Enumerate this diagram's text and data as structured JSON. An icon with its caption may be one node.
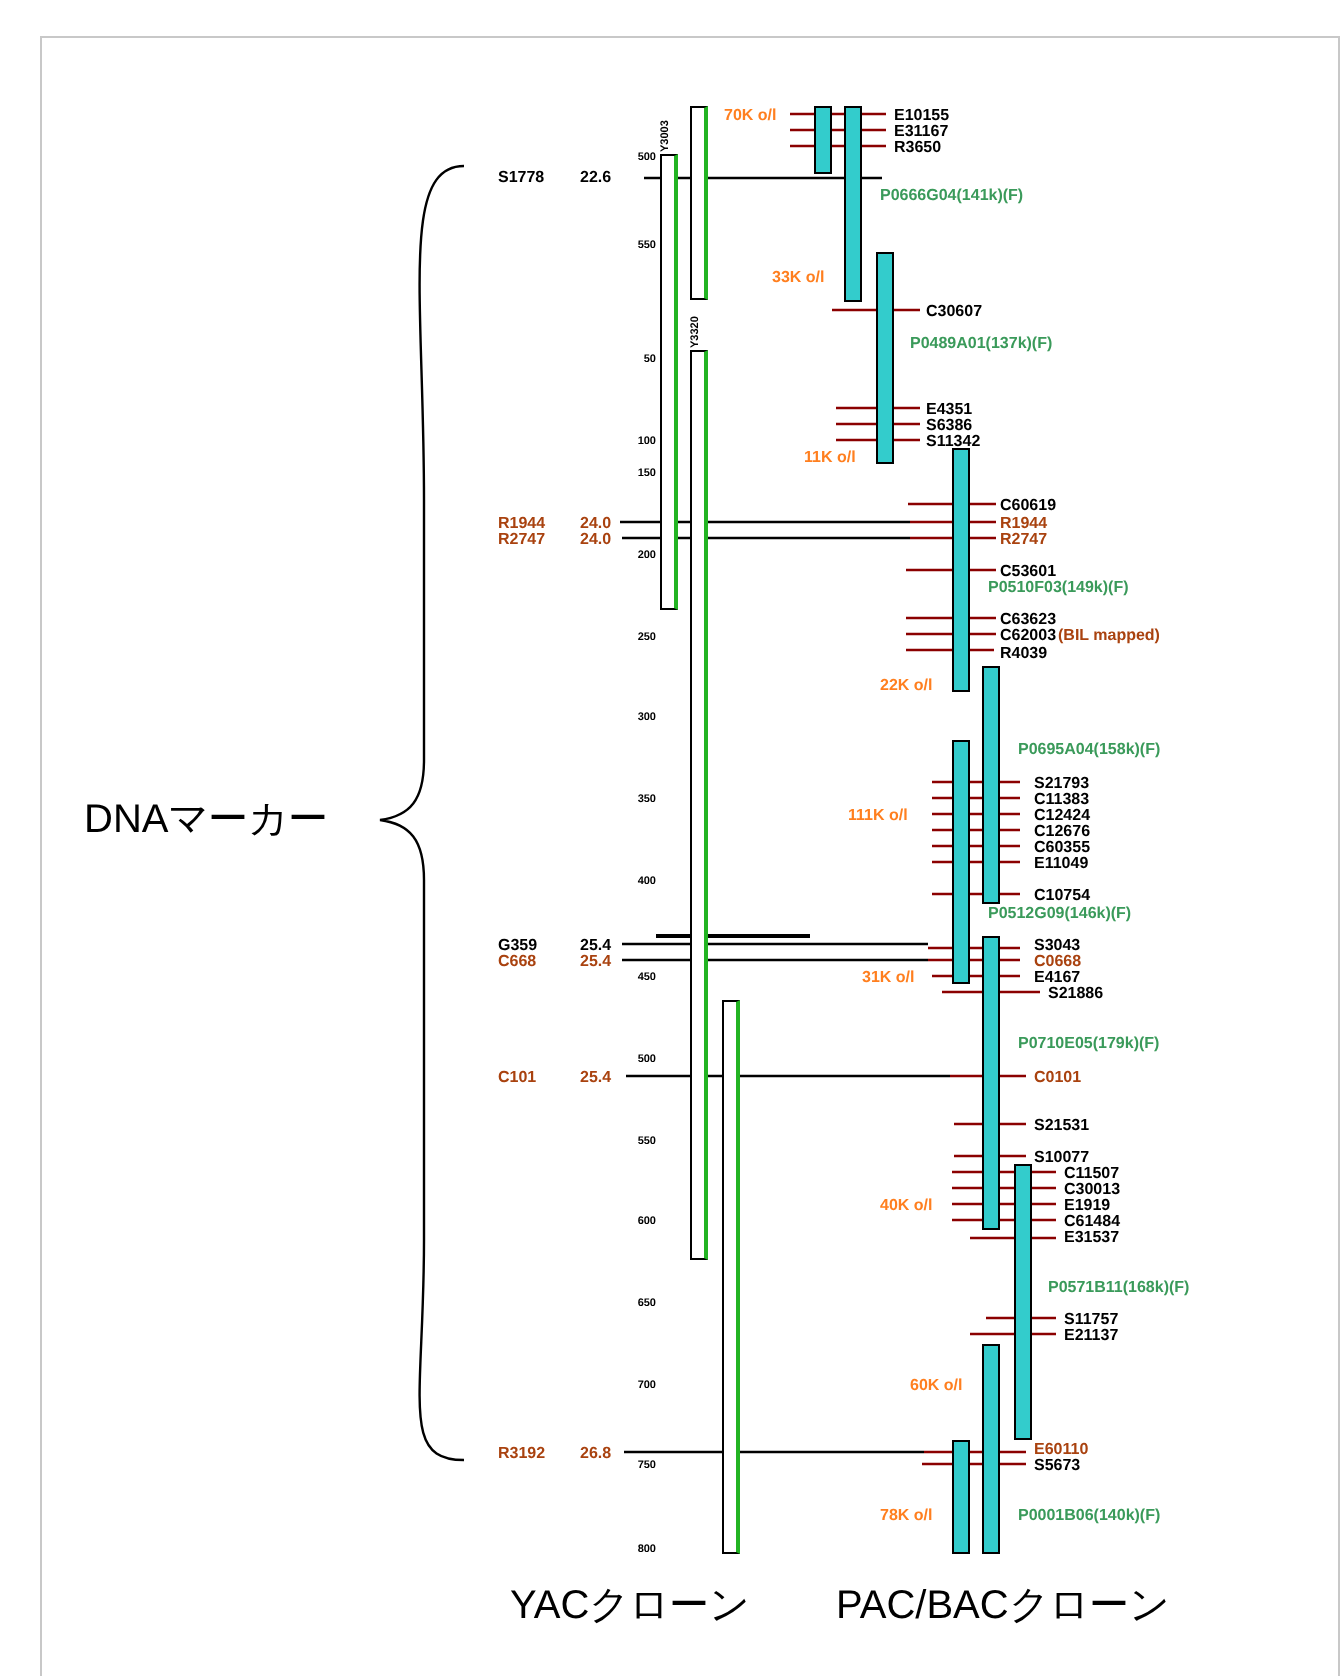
{
  "diagram": {
    "nodes": [
      {
        "text": [],
        "shape": "bar"
      },
      {
        "text": [],
        "shape": "bar",
        "beside": [
          "Y3003"
        ]
      },
      {
        "text": [],
        "shape": "bar",
        "beside": [
          "Y3320"
        ]
      },
      {
        "text": [],
        "shape": "bar"
      },
      {
        "text": [],
        "shape": "bar"
      },
      {
        "text": [],
        "shape": "bar",
        "beside": [
          "P0666G04(141k)(F)"
        ]
      },
      {
        "text": [],
        "shape": "bar",
        "beside": [
          "P0489A01(137k)(F)"
        ]
      },
      {
        "text": [],
        "shape": "bar",
        "beside": [
          "P0510F03(149k)(F)"
        ]
      },
      {
        "text": [],
        "shape": "bar",
        "beside": [
          "P0695A04(158k)(F)"
        ]
      },
      {
        "text": [],
        "shape": "bar"
      },
      {
        "text": [],
        "shape": "bar",
        "beside": [
          "P0710E05(179k)(F)"
        ]
      },
      {
        "text": [],
        "shape": "bar",
        "beside": [
          "P0571B11(168k)(F)"
        ]
      },
      {
        "text": [],
        "shape": "bar",
        "beside": [
          "P0001B06(140k)(F)"
        ]
      },
      {
        "text": [],
        "shape": "bar"
      }
    ],
    "labels": [
      "70K o/l",
      "E10155",
      "E31167",
      "R3650",
      "500",
      "S1778",
      "22.6",
      "550",
      "33K o/l",
      "C30607",
      "50",
      "E4351",
      "S6386",
      "S11342",
      "100",
      "11K o/l",
      "150",
      "C60619",
      "R1944",
      "24.0",
      "R1944",
      "R2747",
      "24.0",
      "R2747",
      "200",
      "C53601",
      "C63623",
      "C62003",
      "(BIL mapped)",
      "R4039",
      "250",
      "22K o/l",
      "300",
      "S21793",
      "C11383",
      "350",
      "111K o/l",
      "C12424",
      "C12676",
      "C60355",
      "E11049",
      "400",
      "C10754",
      "P0512G09(146k)(F)",
      "G359",
      "25.4",
      "S3043",
      "C668",
      "25.4",
      "C0668",
      "31K o/l",
      "E4167",
      "450",
      "S21886",
      "500",
      "C101",
      "25.4",
      "C0101",
      "S21531",
      "550",
      "S10077",
      "C11507",
      "C30013",
      "40K o/l",
      "E1919",
      "C61484",
      "600",
      "E31537",
      "650",
      "S11757",
      "E21137",
      "60K o/l",
      "700",
      "R3192",
      "26.8",
      "E60110",
      "S5673",
      "750",
      "78K o/l",
      "800",
      "DNAマーカー",
      "YACクローン",
      "PAC/BACクローン"
    ]
  }
}
